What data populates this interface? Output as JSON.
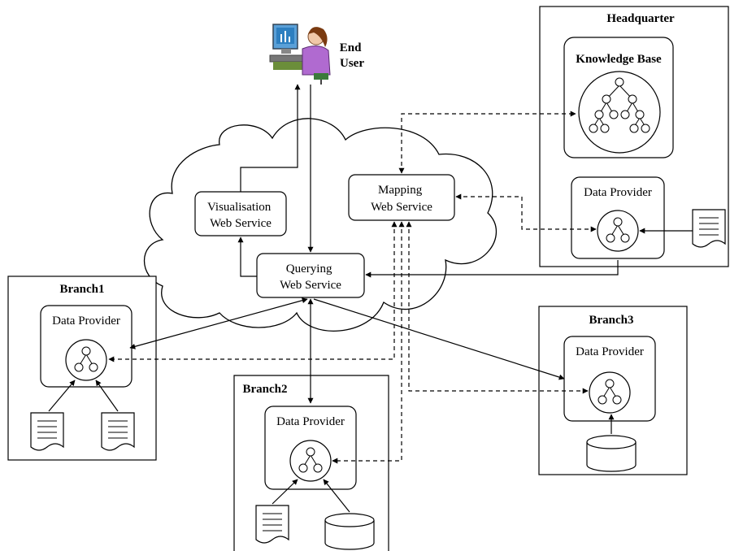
{
  "end_user": {
    "line1": "End",
    "line2": "User"
  },
  "cloud": {
    "visualisation": {
      "line1": "Visualisation",
      "line2": "Web Service"
    },
    "mapping": {
      "line1": "Mapping",
      "line2": "Web Service"
    },
    "querying": {
      "line1": "Querying",
      "line2": "Web Service"
    }
  },
  "headquarter": {
    "title": "Headquarter",
    "knowledge_base": "Knowledge Base",
    "data_provider": "Data Provider"
  },
  "branch1": {
    "title": "Branch1",
    "data_provider": "Data Provider"
  },
  "branch2": {
    "title": "Branch2",
    "data_provider": "Data Provider"
  },
  "branch3": {
    "title": "Branch3",
    "data_provider": "Data Provider"
  }
}
